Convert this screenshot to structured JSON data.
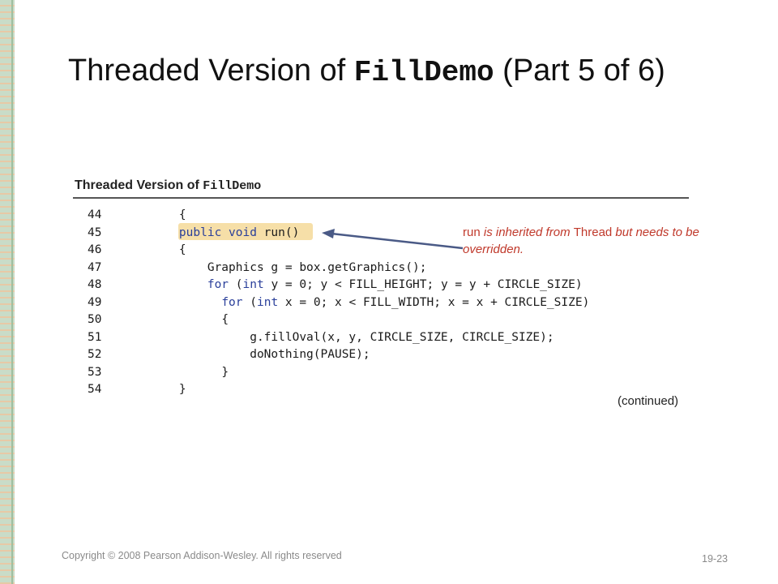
{
  "title": {
    "prefix": "Threaded Version of ",
    "code": "FillDemo",
    "suffix": " (Part 5 of 6)"
  },
  "figure": {
    "heading_prefix": "Threaded Version of ",
    "heading_code": "FillDemo",
    "code_lines": [
      {
        "num": "44",
        "indent": "    ",
        "parts": [
          {
            "t": "{",
            "k": false
          }
        ]
      },
      {
        "num": "45",
        "indent": "    ",
        "parts": [
          {
            "t": "public void",
            "k": true
          },
          {
            "t": " run()",
            "k": false
          }
        ]
      },
      {
        "num": "46",
        "indent": "    ",
        "parts": [
          {
            "t": "{",
            "k": false
          }
        ]
      },
      {
        "num": "47",
        "indent": "        ",
        "parts": [
          {
            "t": "Graphics g = box.getGraphics();",
            "k": false
          }
        ]
      },
      {
        "num": "48",
        "indent": "        ",
        "parts": [
          {
            "t": "for",
            "k": true
          },
          {
            "t": " (",
            "k": false
          },
          {
            "t": "int",
            "k": true
          },
          {
            "t": " y = 0; y < FILL_HEIGHT; y = y + CIRCLE_SIZE)",
            "k": false
          }
        ]
      },
      {
        "num": "49",
        "indent": "          ",
        "parts": [
          {
            "t": "for",
            "k": true
          },
          {
            "t": " (",
            "k": false
          },
          {
            "t": "int",
            "k": true
          },
          {
            "t": " x = 0; x < FILL_WIDTH; x = x + CIRCLE_SIZE)",
            "k": false
          }
        ]
      },
      {
        "num": "50",
        "indent": "          ",
        "parts": [
          {
            "t": "{",
            "k": false
          }
        ]
      },
      {
        "num": "51",
        "indent": "              ",
        "parts": [
          {
            "t": "g.fillOval(x, y, CIRCLE_SIZE, CIRCLE_SIZE);",
            "k": false
          }
        ]
      },
      {
        "num": "52",
        "indent": "              ",
        "parts": [
          {
            "t": "doNothing(PAUSE);",
            "k": false
          }
        ]
      },
      {
        "num": "53",
        "indent": "          ",
        "parts": [
          {
            "t": "}",
            "k": false
          }
        ]
      },
      {
        "num": "54",
        "indent": "    ",
        "parts": [
          {
            "t": "}",
            "k": false
          }
        ]
      }
    ],
    "annotation": {
      "word1": "run",
      "text1": " is inherited from ",
      "word2": "Thread",
      "text2": " but needs to be overridden."
    },
    "continued": "(continued)"
  },
  "footer": {
    "copyright": "Copyright © 2008 Pearson Addison-Wesley. All rights reserved",
    "page": "19-23"
  },
  "colors": {
    "keyword": "#2a3f9a",
    "annotation": "#c0392b",
    "highlight": "#f6dfa8",
    "arrow": "#4a5a86"
  }
}
